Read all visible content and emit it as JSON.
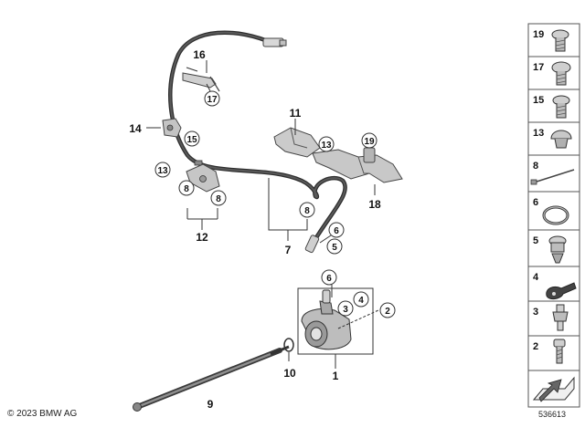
{
  "callouts": {
    "c1": "1",
    "c2": "2",
    "c3": "3",
    "c4": "4",
    "c5": "5",
    "c6a": "6",
    "c6b": "6",
    "c7": "7",
    "c8a": "8",
    "c8b": "8",
    "c8c": "8",
    "c9": "9",
    "c10": "10",
    "c11": "11",
    "c12": "12",
    "c13a": "13",
    "c13b": "13",
    "c14": "14",
    "c15": "15",
    "c16": "16",
    "c17": "17",
    "c18": "18",
    "c19": "19"
  },
  "parts_column": [
    "19",
    "17",
    "15",
    "13",
    "8",
    "6",
    "5",
    "4",
    "3",
    "2"
  ],
  "footer": {
    "copyright": "© 2023 BMW AG",
    "drawing_number": "536613"
  }
}
